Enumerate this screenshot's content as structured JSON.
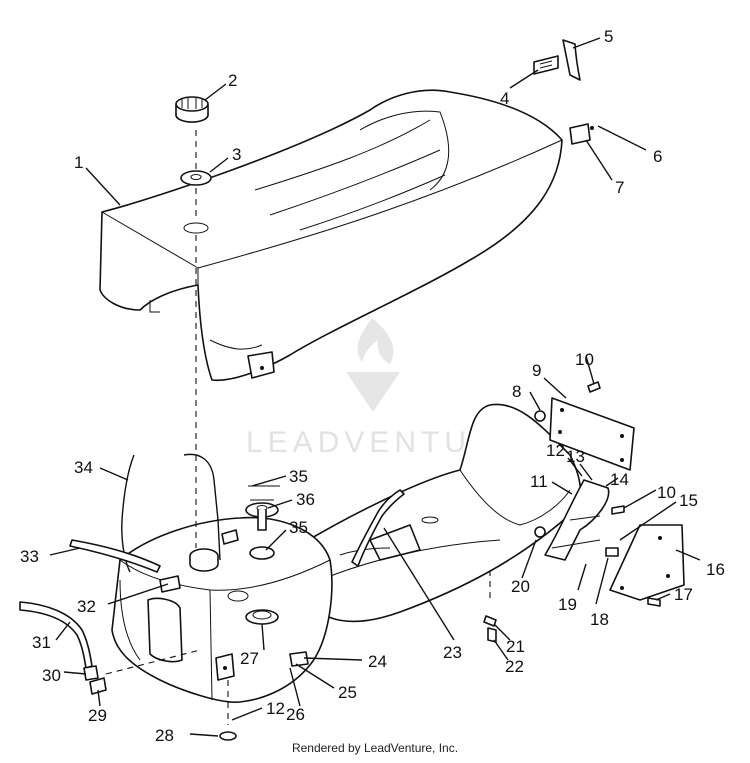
{
  "watermark": {
    "text": "LEADVENTURE"
  },
  "footer": {
    "text": "Rendered by LeadVenture, Inc."
  },
  "callouts": {
    "c1": "1",
    "c2": "2",
    "c3": "3",
    "c4": "4",
    "c5": "5",
    "c6": "6",
    "c7": "7",
    "c8": "8",
    "c9": "9",
    "c10a": "10",
    "c10b": "10",
    "c11": "11",
    "c12a": "12",
    "c12b": "12",
    "c13": "13",
    "c14": "14",
    "c15": "15",
    "c16": "16",
    "c17": "17",
    "c18": "18",
    "c19": "19",
    "c20": "20",
    "c21": "21",
    "c22": "22",
    "c23": "23",
    "c24": "24",
    "c25": "25",
    "c26": "26",
    "c27": "27",
    "c28": "28",
    "c29": "29",
    "c30": "30",
    "c31": "31",
    "c32": "32",
    "c33": "33",
    "c34": "34",
    "c35a": "35",
    "c35b": "35",
    "c36": "36"
  }
}
